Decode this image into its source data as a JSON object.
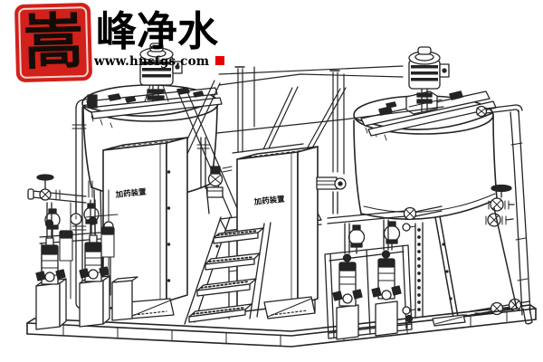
{
  "logo": {
    "seal_char": "嵩",
    "brand_text": "峰净水",
    "website": "www.hnsfgs.com",
    "seal_color": "#d2201a",
    "accent_square_color": "#e60000"
  },
  "drawing": {
    "background": "#ffffff",
    "line_color": "#242424",
    "cabinet1_label": "加药装置",
    "cabinet2_label": "加药装置",
    "components": [
      "left-mixing-tank",
      "right-mixing-tank",
      "left-mixer-motor",
      "right-mixer-motor",
      "dosing-cabinet-left",
      "dosing-cabinet-center",
      "metering-pumps-left",
      "metering-pumps-right",
      "pump-pedestals",
      "elevated-platform",
      "access-stairs",
      "handrails",
      "level-gauge",
      "drain-valves",
      "outlet-valves",
      "pipe-manifolds",
      "base-skid"
    ]
  }
}
